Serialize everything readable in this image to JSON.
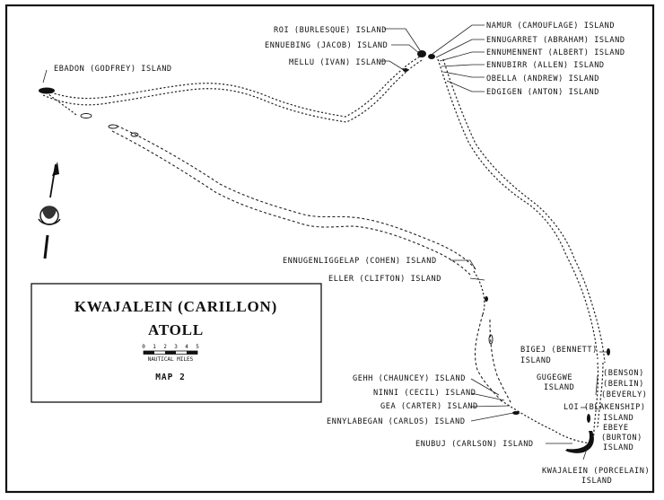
{
  "map": {
    "title_line1": "KWAJALEIN (CARILLON)",
    "title_line2": "ATOLL",
    "scale_numbers": [
      "0",
      "1",
      "2",
      "3",
      "4",
      "5"
    ],
    "scale_unit": "NAUTICAL MILES",
    "map_number": "MAP 2"
  },
  "labels": {
    "roi": "ROI (BURLESQUE) ISLAND",
    "ennuebing": "ENNUEBING (JACOB) ISLAND",
    "mellu": "MELLU (IVAN) ISLAND",
    "namur": "NAMUR (CAMOUFLAGE) ISLAND",
    "ennugarret": "ENNUGARRET (ABRAHAM) ISLAND",
    "ennumennent": "ENNUMENNENT (ALBERT) ISLAND",
    "ennubirr": "ENNUBIRR (ALLEN) ISLAND",
    "obella": "OBELLA (ANDREW) ISLAND",
    "edgigen": "EDGIGEN (ANTON) ISLAND",
    "ebadon": "EBADON (GODFREY) ISLAND",
    "ennugenliggelap": "ENNUGENLIGGELAP (COHEN) ISLAND",
    "eller": "ELLER (CLIFTON) ISLAND",
    "bigej_1": "BIGEJ (BENNETT)",
    "bigej_2": "ISLAND",
    "gugegwe_1": "GUGEGWE",
    "gugegwe_2": "ISLAND",
    "benson": "(BENSON)",
    "berlin": "(BERLIN)",
    "beverly": "(BEVERLY)",
    "loi_1": "LOI (BLAKENSHIP)",
    "loi_2": "ISLAND",
    "ebeye_1": "EBEYE",
    "ebeye_2": "(BURTON)",
    "ebeye_3": "ISLAND",
    "gehh": "GEHH (CHAUNCEY) ISLAND",
    "ninni": "NINNI (CECIL) ISLAND",
    "gea": "GEA (CARTER) ISLAND",
    "ennylabegan": "ENNYLABEGAN (CARLOS) ISLAND",
    "enubuj": "ENUBUJ (CARLSON) ISLAND",
    "kwajalein_1": "KWAJALEIN (PORCELAIN)",
    "kwajalein_2": "ISLAND"
  }
}
